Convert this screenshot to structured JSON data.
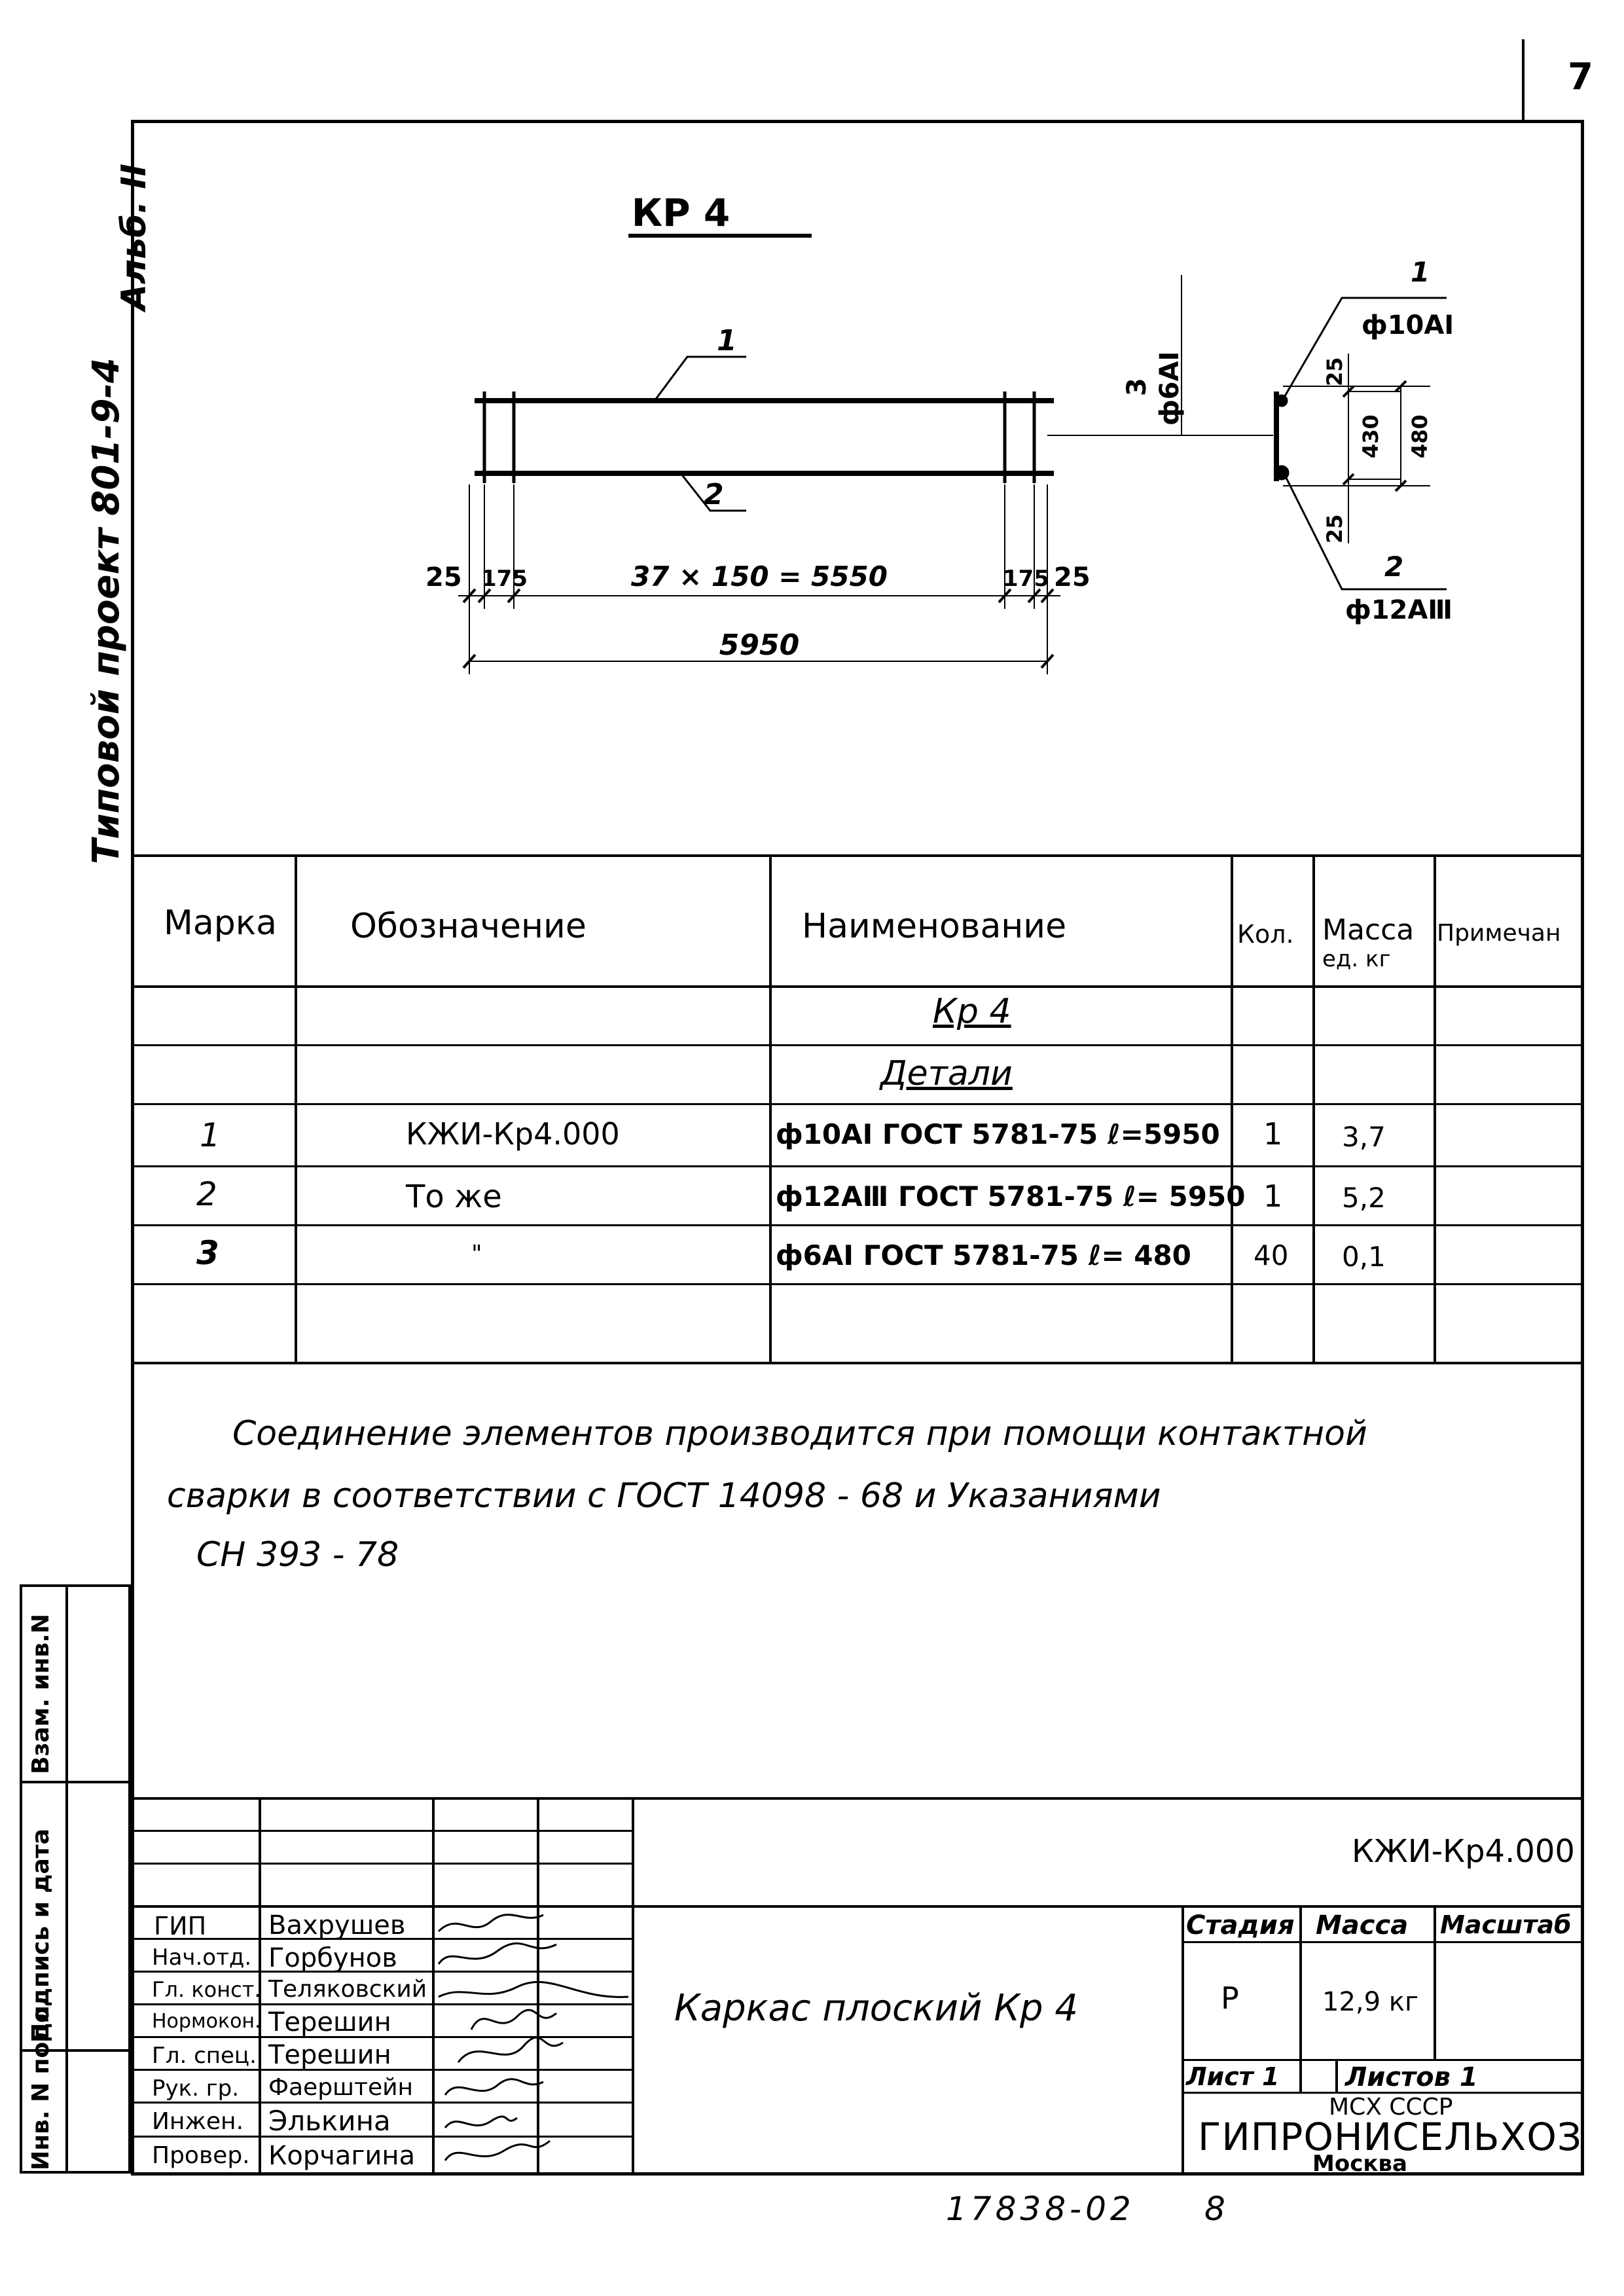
{
  "page_number": "7",
  "side_stamp": {
    "album": "Альб. II",
    "project": "Типовой проект 801-9-4"
  },
  "drawing": {
    "title": "КР 4",
    "leader_top": "1",
    "leader_bottom": "2",
    "dim_left_25": "25",
    "dim_left_175": "175",
    "dim_middle": "37 × 150 = 5550",
    "dim_right_175": "175",
    "dim_right_25": "25",
    "dim_total": "5950",
    "rod3_mark": "3",
    "rod3_spec": "ф6АⅠ",
    "section_pos1": "1",
    "section_pos1_spec": "ф10АⅠ",
    "section_pos2": "2",
    "section_pos2_spec": "ф12АⅢ",
    "section_25_top": "25",
    "section_25_bottom": "25",
    "section_430": "430",
    "section_480": "480"
  },
  "spec_table": {
    "headers": {
      "mark": "Марка",
      "designation": "Обозначение",
      "name": "Наименование",
      "qty": "Кол.",
      "mass": "Масса",
      "mass_unit": "ед. кг",
      "note": "Примечан"
    },
    "group_title": "Кр 4",
    "group_subtitle": "Детали",
    "rows": [
      {
        "mark": "1",
        "designation": "КЖИ-Кр4.000",
        "name": "ф10АⅠ ГОСТ 5781-75  ℓ=5950",
        "qty": "1",
        "mass": "3,7"
      },
      {
        "mark": "2",
        "designation": "То же",
        "name": "ф12АⅢ ГОСТ 5781-75  ℓ= 5950",
        "qty": "1",
        "mass": "5,2"
      },
      {
        "mark": "3",
        "designation": "\"",
        "name": "ф6АⅠ ГОСТ 5781-75  ℓ= 480",
        "qty": "40",
        "mass": "0,1"
      }
    ]
  },
  "note": {
    "line1": "Соединение    элементов    производится  при помощи контактной",
    "line2": "сварки в соответствии с  ГОСТ   14098 - 68  и  Указаниями",
    "line3": "СН 393 - 78"
  },
  "left_strip": {
    "cell1": "Взам. инв.N",
    "cell2": "Подпись и дата",
    "cell3": "Инв. N подл."
  },
  "title_block": {
    "doc_code": "КЖИ-Кр4.000",
    "item_name": "Каркас плоский  Кр 4",
    "stage_label": "Стадия",
    "mass_label": "Масса",
    "scale_label": "Масштаб",
    "stage_value": "Р",
    "mass_value": "12,9 кг",
    "sheet_label": "Лист 1",
    "sheets_label": "Листов 1",
    "org_line1": "МСХ СССР",
    "org_line2": "ГИПРОНИСЕЛЬХОЗ",
    "org_line3": "Москва",
    "staff": [
      {
        "role": "ГИП",
        "name": "Вахрушев"
      },
      {
        "role": "Нач.отд.",
        "name": "Горбунов"
      },
      {
        "role": "Гл. конст.",
        "name": "Теляковский"
      },
      {
        "role": "Нормокон.",
        "name": "Терешин"
      },
      {
        "role": "Гл. спец.",
        "name": "Терешин"
      },
      {
        "role": "Рук. гр.",
        "name": "Фаерштейн"
      },
      {
        "role": "Инжен.",
        "name": "Элькина"
      },
      {
        "role": "Провер.",
        "name": "Корчагина"
      }
    ]
  },
  "footer": {
    "archive_number": "17838-02",
    "sheet_seq": "8"
  }
}
